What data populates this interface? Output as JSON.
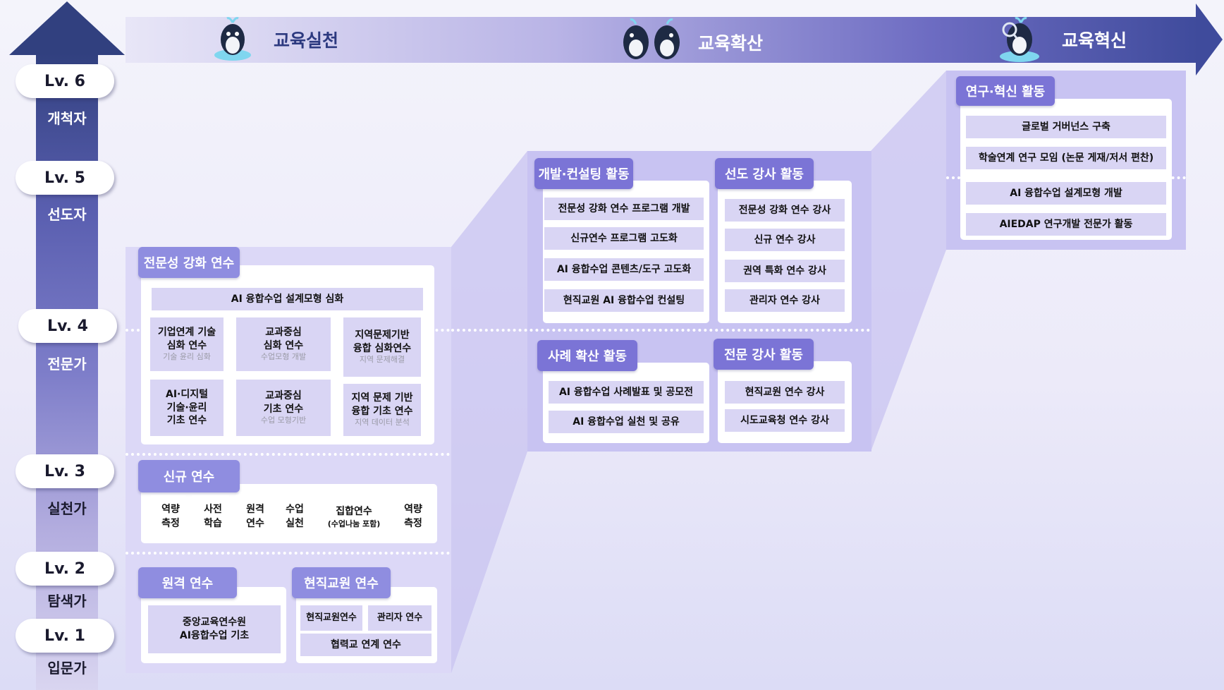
{
  "phases": [
    "교육실천",
    "교육확산",
    "교육혁신"
  ],
  "levels": [
    {
      "label": "Lv. 6",
      "role": "개척자"
    },
    {
      "label": "Lv. 5",
      "role": "선도자"
    },
    {
      "label": "Lv. 4",
      "role": "전문가"
    },
    {
      "label": "Lv. 3",
      "role": "실천가"
    },
    {
      "label": "Lv. 2",
      "role": "탐색가"
    },
    {
      "label": "Lv. 1",
      "role": "입문가"
    }
  ],
  "expertise": {
    "tag": "전문성 강화 연수",
    "top": "AI 융합수업 설계모형 심화",
    "cells": [
      {
        "lines": [
          "기업연계 기술",
          "심화 연수"
        ],
        "sub": "기술 윤리 심화"
      },
      {
        "lines": [
          "교과중심",
          "심화 연수"
        ],
        "sub": "수업모형 개발"
      },
      {
        "lines": [
          "지역문제기반",
          "융합 심화연수"
        ],
        "sub": "지역 문제해결"
      },
      {
        "lines": [
          "AI·디지털",
          "기술·윤리",
          "기초 연수"
        ],
        "sub": ""
      },
      {
        "lines": [
          "교과중심",
          "기초 연수"
        ],
        "sub": "수업 모형기반"
      },
      {
        "lines": [
          "지역 문제 기반",
          "융합 기초 연수"
        ],
        "sub": "지역 데이터 분석"
      }
    ]
  },
  "newTraining": {
    "tag": "신규 연수",
    "steps": [
      {
        "lines": [
          "역량",
          "측정"
        ],
        "small": ""
      },
      {
        "lines": [
          "사전",
          "학습"
        ],
        "small": ""
      },
      {
        "lines": [
          "원격",
          "연수"
        ],
        "small": ""
      },
      {
        "lines": [
          "수업",
          "실천"
        ],
        "small": ""
      },
      {
        "lines": [
          "집합연수"
        ],
        "small": "(수업나눔 포함)"
      },
      {
        "lines": [
          "역량",
          "측정"
        ],
        "small": ""
      }
    ]
  },
  "remote": {
    "tag": "원격 연수",
    "lines": [
      "중앙교육연수원",
      "AI융합수업 기초"
    ]
  },
  "inservice": {
    "tag": "현직교원 연수",
    "a": "현직교원연수",
    "b": "관리자 연수",
    "c": "협력교 연계 연수"
  },
  "dev": {
    "tag": "개발·컨설팅 활동",
    "items": [
      "전문성 강화 연수 프로그램 개발",
      "신규연수 프로그램 고도화",
      "AI 융합수업 콘텐츠/도구 고도화",
      "현직교원 AI 융합수업 컨설팅"
    ]
  },
  "lead": {
    "tag": "선도 강사 활동",
    "items": [
      "전문성 강화 연수 강사",
      "신규 연수 강사",
      "권역 특화 연수 강사",
      "관리자 연수 강사"
    ]
  },
  "case": {
    "tag": "사례 확산 활동",
    "items": [
      "AI 융합수업 사례발표 및 공모전",
      "AI 융합수업 실천 및 공유"
    ]
  },
  "expert": {
    "tag": "전문 강사 활동",
    "items": [
      "현직교원 연수 강사",
      "시도교육청 연수 강사"
    ]
  },
  "research": {
    "tag": "연구·혁신 활동",
    "items": [
      "글로벌 거버넌스 구축",
      "학술연계 연구 모임 (논문 게재/저서 편찬)",
      "AI 융합수업 설계모형 개발",
      "AIEDAP 연구개발 전문가 활동"
    ]
  },
  "colors": {
    "accent": "#8f8de0",
    "arrow": "#31407f",
    "panel": "#d6d2f6"
  },
  "icons": [
    "whale-mascot-icon",
    "whale-pair-mascot-icon",
    "whale-magnifier-mascot-icon"
  ]
}
